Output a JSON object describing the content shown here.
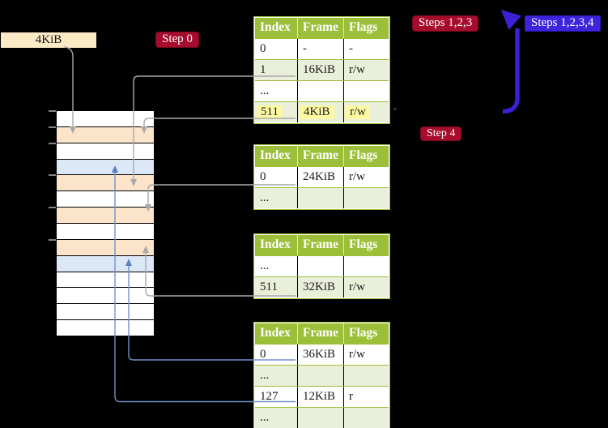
{
  "labels": {
    "page_size_box": "4KiB"
  },
  "badges": {
    "step0": {
      "label": "Step 0"
    },
    "steps123": {
      "label": "Steps 1,2,3"
    },
    "steps1234": {
      "label": "Steps 1,2,3,4"
    },
    "step4": {
      "label": "Step 4"
    }
  },
  "page_tables": [
    {
      "name": "page-table-top",
      "columns": [
        "Index",
        "Frame",
        "Flags"
      ],
      "rows": [
        {
          "cells": [
            "0",
            "-",
            "-"
          ],
          "shaded": false,
          "highlight": false
        },
        {
          "cells": [
            "1",
            "16KiB",
            "r/w"
          ],
          "shaded": true,
          "highlight": false
        },
        {
          "cells": [
            "...",
            "",
            ""
          ],
          "shaded": false,
          "highlight": false
        },
        {
          "cells": [
            "511",
            "4KiB",
            "r/w"
          ],
          "shaded": true,
          "highlight": true
        }
      ]
    },
    {
      "name": "page-table-mid-1",
      "columns": [
        "Index",
        "Frame",
        "Flags"
      ],
      "rows": [
        {
          "cells": [
            "0",
            "24KiB",
            "r/w"
          ],
          "shaded": false,
          "highlight": false
        },
        {
          "cells": [
            "...",
            "",
            ""
          ],
          "shaded": true,
          "highlight": false
        }
      ]
    },
    {
      "name": "page-table-mid-2",
      "columns": [
        "Index",
        "Frame",
        "Flags"
      ],
      "rows": [
        {
          "cells": [
            "...",
            "",
            ""
          ],
          "shaded": false,
          "highlight": false
        },
        {
          "cells": [
            "511",
            "32KiB",
            "r/w"
          ],
          "shaded": true,
          "highlight": false
        }
      ]
    },
    {
      "name": "page-table-bottom",
      "columns": [
        "Index",
        "Frame",
        "Flags"
      ],
      "rows": [
        {
          "cells": [
            "0",
            "36KiB",
            "r/w"
          ],
          "shaded": false,
          "highlight": false
        },
        {
          "cells": [
            "...",
            "",
            ""
          ],
          "shaded": true,
          "highlight": false
        },
        {
          "cells": [
            "127",
            "12KiB",
            "r"
          ],
          "shaded": false,
          "highlight": false
        },
        {
          "cells": [
            "...",
            "",
            ""
          ],
          "shaded": true,
          "highlight": false
        }
      ]
    }
  ],
  "memory_stack": {
    "row_count": 14,
    "rows": [
      "white",
      "peach",
      "white",
      "blue",
      "peach",
      "white",
      "peach",
      "white",
      "peach",
      "blue",
      "white",
      "white",
      "white",
      "white"
    ],
    "tick_rows": [
      0,
      1,
      2,
      4,
      6,
      8
    ]
  },
  "colors": {
    "table_header_green": "#9cbf3a",
    "table_shaded_row": "#e9efd9",
    "highlight_yellow": "#fdf9a2",
    "frame_peach": "#fce4cb",
    "frame_blue": "#dce8f6",
    "badge_crimson": "#a60c2c",
    "badge_blueviolet": "#3f24de",
    "connector_gray": "#a9a9a9",
    "connector_blue": "#7191cb",
    "loop_arrow_blue": "#3c1fd6",
    "page_size_box_beige": "#fbeac6"
  }
}
